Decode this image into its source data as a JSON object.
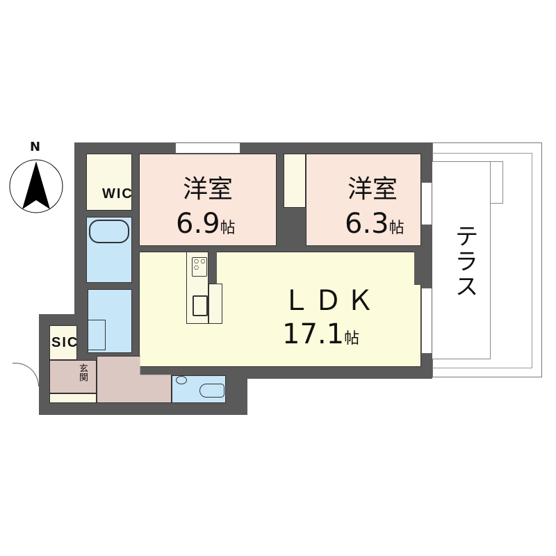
{
  "compass": {
    "label": "N"
  },
  "rooms": {
    "western_room_1": {
      "name": "洋室",
      "size": "6.9",
      "unit": "帖"
    },
    "western_room_2": {
      "name": "洋室",
      "size": "6.3",
      "unit": "帖"
    },
    "ldk": {
      "name": "ＬＤＫ",
      "size": "17.1",
      "unit": "帖"
    },
    "wic": {
      "name": "WIC"
    },
    "sic": {
      "name": "SIC"
    },
    "entrance": {
      "name": "玄関"
    },
    "terrace": {
      "name": "テラス"
    }
  },
  "colors": {
    "wall": "#5a5a5a",
    "western_room": "#fbe6dc",
    "ldk": "#fcfbdc",
    "storage": "#fbf9e4",
    "wet_area": "#c7e6f8",
    "hallway": "#dcc8c2",
    "terrace": "#ffffff"
  }
}
